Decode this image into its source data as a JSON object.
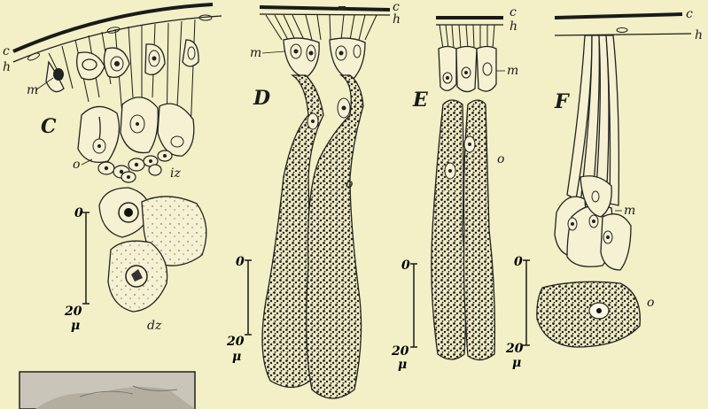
{
  "panels": {
    "C": {
      "letter": "C",
      "labels": {
        "c": "c",
        "h": "h",
        "m": "m",
        "o": "o",
        "iz": "iz",
        "dz": "dz"
      }
    },
    "D": {
      "letter": "D",
      "labels": {
        "c": "c",
        "h": "h",
        "m": "m",
        "o": "o"
      }
    },
    "E": {
      "letter": "E",
      "labels": {
        "c": "c",
        "h": "h",
        "m": "m",
        "o": "o"
      }
    },
    "F": {
      "letter": "F",
      "labels": {
        "c": "c",
        "h": "h",
        "m": "m",
        "o": "o"
      }
    }
  },
  "scale_bars": {
    "C": {
      "top": "0",
      "bottom": "20",
      "unit": "μ"
    },
    "D": {
      "top": "0",
      "bottom": "20",
      "unit": "μ"
    },
    "E": {
      "top": "0",
      "bottom": "20",
      "unit": "μ"
    },
    "F": {
      "top": "0",
      "bottom": "20",
      "unit": "μ"
    }
  },
  "colors": {
    "paper": "#f3efc6",
    "ink": "#1a1a1a",
    "cell": "#f6f1d2",
    "inset": "#c9c5b8"
  }
}
